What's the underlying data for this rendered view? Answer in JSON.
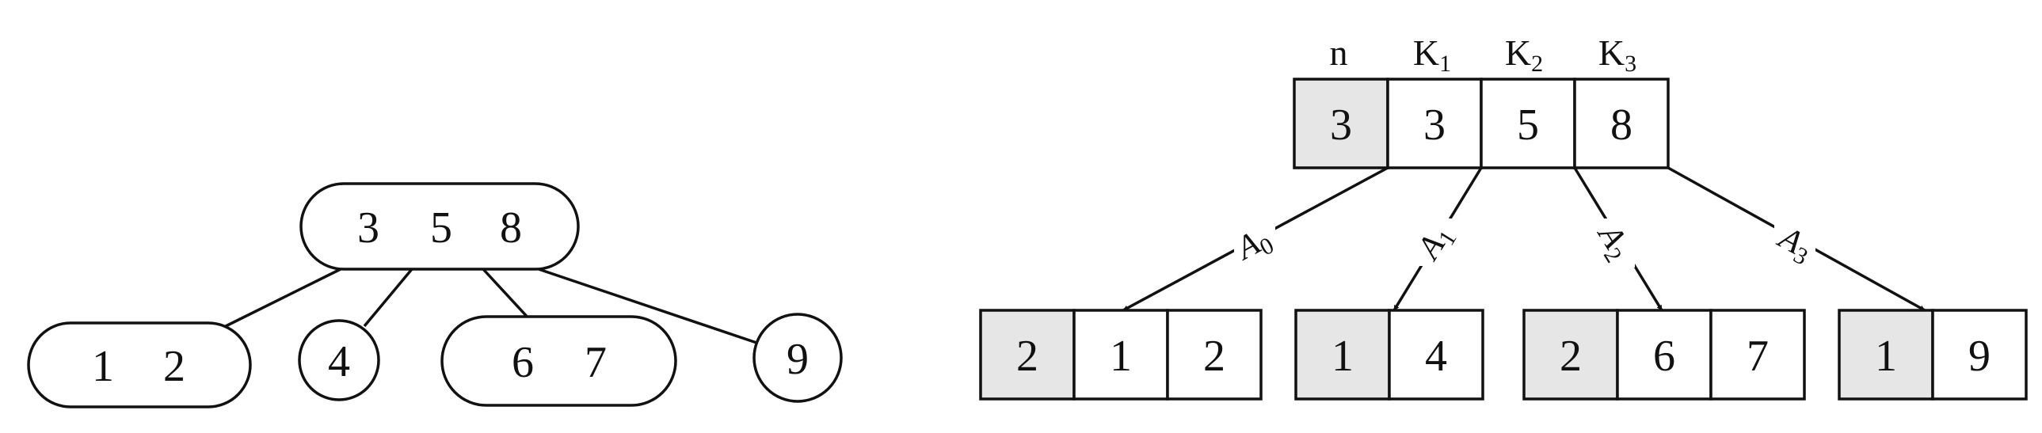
{
  "left_tree": {
    "root": {
      "keys": [
        "3",
        "5",
        "8"
      ]
    },
    "children": [
      {
        "keys": [
          "1",
          "2"
        ]
      },
      {
        "keys": [
          "4"
        ]
      },
      {
        "keys": [
          "6",
          "7"
        ]
      },
      {
        "keys": [
          "9"
        ]
      }
    ]
  },
  "right_tree": {
    "header": {
      "n": "n",
      "k_base": "K",
      "k_subs": [
        "1",
        "2",
        "3"
      ]
    },
    "root_cells": [
      "3",
      "3",
      "5",
      "8"
    ],
    "edge_labels": [
      {
        "base": "A",
        "sub": "0"
      },
      {
        "base": "A",
        "sub": "1"
      },
      {
        "base": "A",
        "sub": "2"
      },
      {
        "base": "A",
        "sub": "3"
      }
    ],
    "children": [
      {
        "cells": [
          "2",
          "1",
          "2"
        ]
      },
      {
        "cells": [
          "1",
          "4"
        ]
      },
      {
        "cells": [
          "2",
          "6",
          "7"
        ]
      },
      {
        "cells": [
          "1",
          "9"
        ]
      }
    ]
  }
}
